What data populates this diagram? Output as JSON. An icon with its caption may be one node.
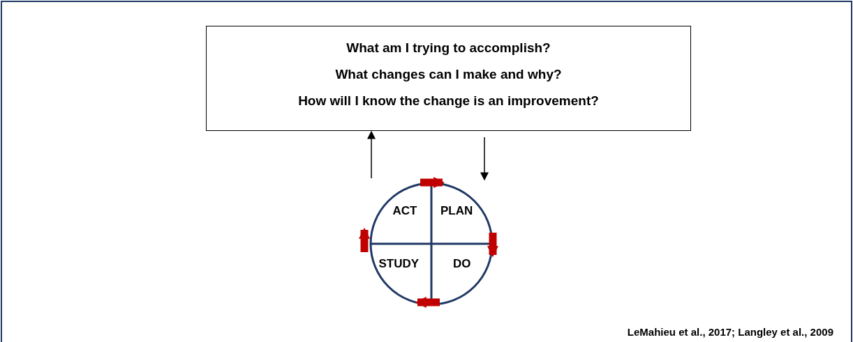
{
  "diagram": {
    "nodes": [
      {
        "text": [
          "What am I trying to accomplish?",
          "What changes can I make and why?",
          "How will I know the change is an improvement?"
        ]
      },
      {
        "text": [],
        "shape": "circle"
      },
      {
        "text": [
          "ACT"
        ],
        "in": 1
      },
      {
        "text": [
          "PLAN"
        ],
        "in": 1
      },
      {
        "text": [
          "STUDY"
        ],
        "in": 1
      },
      {
        "text": [
          "DO"
        ],
        "in": 1
      }
    ],
    "edges": [
      {
        "from": 1,
        "to": 0,
        "arrow": "to",
        "color": "#000000"
      },
      {
        "from": 0,
        "to": 1,
        "arrow": "to",
        "color": "#000000"
      },
      {
        "from": 2,
        "to": 3,
        "arrow": "to",
        "color": "#c00000"
      },
      {
        "from": 3,
        "to": 5,
        "arrow": "to",
        "color": "#c00000"
      },
      {
        "from": 5,
        "to": 4,
        "arrow": "to",
        "color": "#c00000"
      },
      {
        "from": 4,
        "to": 2,
        "arrow": "to",
        "color": "#c00000"
      }
    ],
    "labels": [
      "LeMahieu et al., 2017; Langley et al., 2009"
    ]
  }
}
